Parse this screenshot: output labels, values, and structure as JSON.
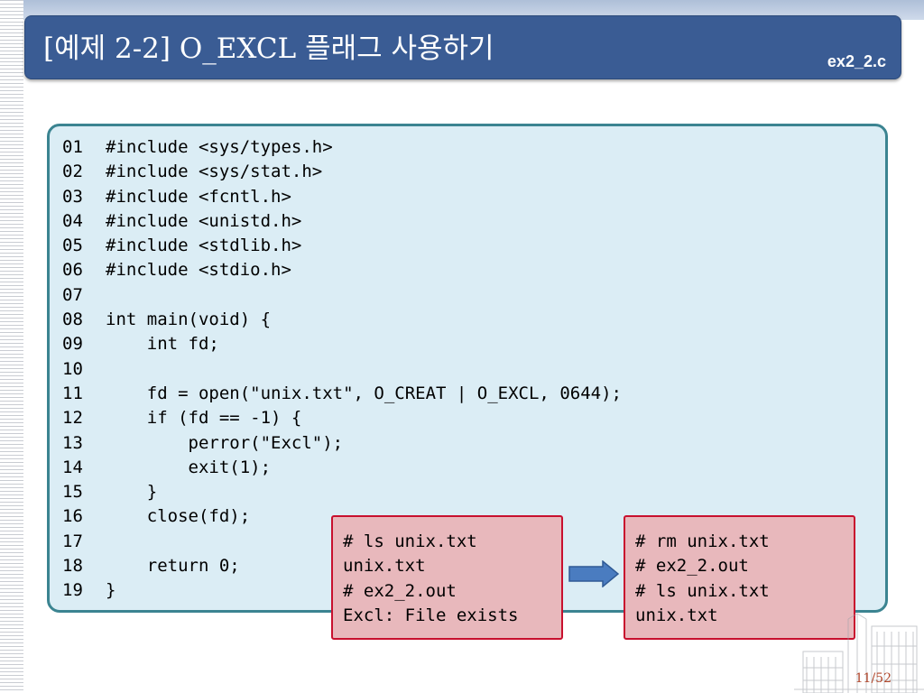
{
  "slide": {
    "title": "[예제 2-2] O_EXCL 플래그 사용하기",
    "file_label": "ex2_2.c",
    "page_number": "11/52"
  },
  "code": {
    "lines": [
      {
        "num": "01",
        "text": "#include <sys/types.h>"
      },
      {
        "num": "02",
        "text": "#include <sys/stat.h>"
      },
      {
        "num": "03",
        "text": "#include <fcntl.h>"
      },
      {
        "num": "04",
        "text": "#include <unistd.h>"
      },
      {
        "num": "05",
        "text": "#include <stdlib.h>"
      },
      {
        "num": "06",
        "text": "#include <stdio.h>"
      },
      {
        "num": "07",
        "text": ""
      },
      {
        "num": "08",
        "text": "int main(void) {"
      },
      {
        "num": "09",
        "text": "    int fd;"
      },
      {
        "num": "10",
        "text": ""
      },
      {
        "num": "11",
        "text": "    fd = open(\"unix.txt\", O_CREAT | O_EXCL, 0644);"
      },
      {
        "num": "12",
        "text": "    if (fd == -1) {"
      },
      {
        "num": "13",
        "text": "        perror(\"Excl\");"
      },
      {
        "num": "14",
        "text": "        exit(1);"
      },
      {
        "num": "15",
        "text": "    }"
      },
      {
        "num": "16",
        "text": "    close(fd);"
      },
      {
        "num": "17",
        "text": ""
      },
      {
        "num": "18",
        "text": "    return 0;"
      },
      {
        "num": "19",
        "text": "}"
      }
    ]
  },
  "terminal_left": {
    "lines": [
      "# ls unix.txt",
      "unix.txt",
      "# ex2_2.out",
      "Excl: File exists"
    ]
  },
  "terminal_right": {
    "lines": [
      "# rm unix.txt",
      "# ex2_2.out",
      "# ls unix.txt",
      "unix.txt"
    ]
  },
  "icons": {
    "arrow": "right-arrow-icon",
    "decoration": "building-sketch"
  },
  "colors": {
    "title_bar": "#3a5c94",
    "code_bg": "#dbedf5",
    "code_border": "#3b8491",
    "terminal_bg": "#e8b8bc",
    "terminal_border": "#c8102e",
    "arrow_fill": "#4a7cc0"
  }
}
